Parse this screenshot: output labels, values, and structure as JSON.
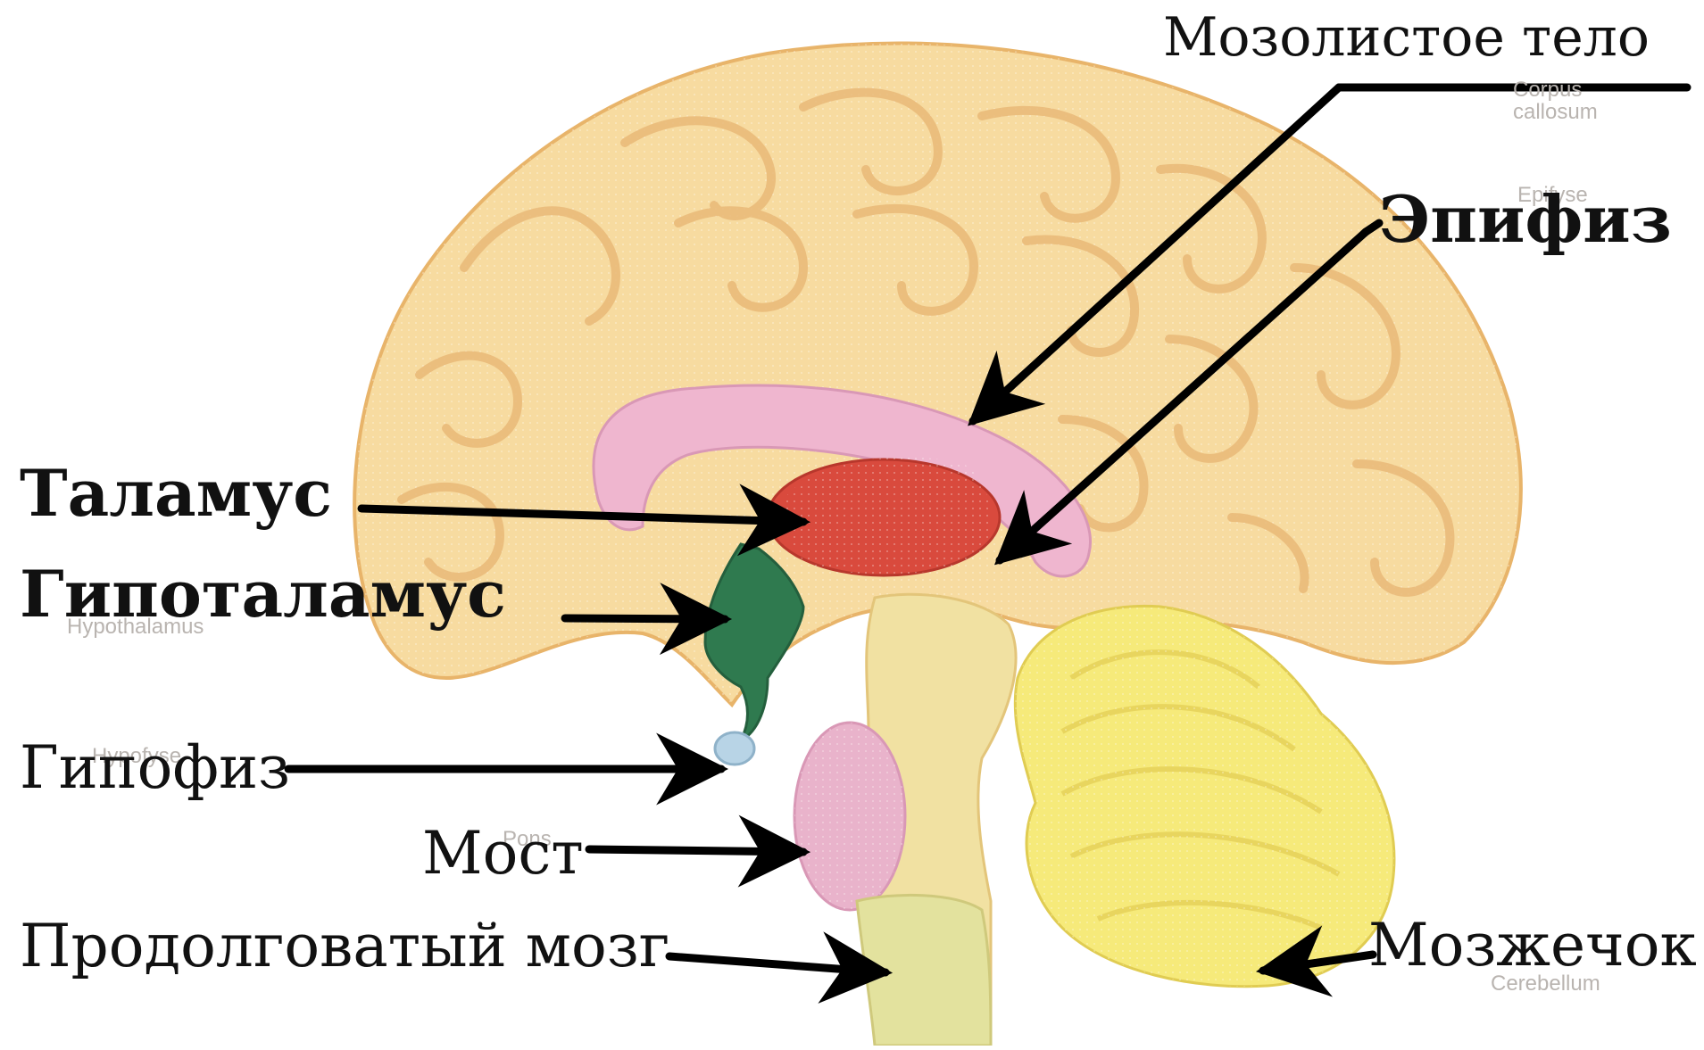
{
  "labels": {
    "corpus_callosum": "Мозолистое тело",
    "epiphysis": "Эпифиз",
    "thalamus": "Таламус",
    "hypothalamus": "Гипоталамус",
    "hypophysis": "Гипофиз",
    "pons": "Мост",
    "medulla": "Продолговатый мозг",
    "cerebellum": "Мозжечок"
  },
  "faded_source_labels": {
    "corpus_callosum_line1": "Corpus",
    "corpus_callosum_line2": "callosum",
    "epiphysis": "Epifyse",
    "hypothalamus": "Hypothalamus",
    "hypophysis": "Hypofyse",
    "pons": "Pons",
    "cerebellum": "Cerebellum"
  },
  "colors": {
    "cerebrum": "#f7dba0",
    "cerebrum_gyri": "#eec27c",
    "corpus_callosum": "#efb6cf",
    "thalamus": "#d94a3d",
    "hypothalamus": "#2f7a4f",
    "pituitary": "#b8d4e6",
    "pons": "#e9b3cb",
    "brainstem": "#f1e1a2",
    "medulla": "#e3e29e",
    "cerebellum": "#f6ea7a",
    "arrow": "#000000"
  }
}
